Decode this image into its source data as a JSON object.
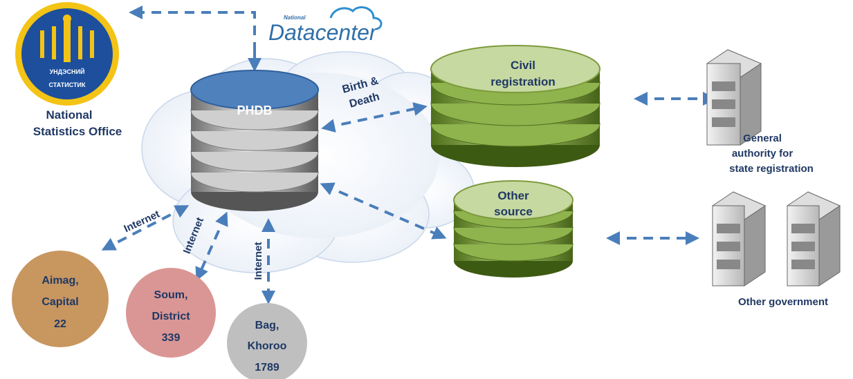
{
  "logos": {
    "nso_seal_text_top": "УНДЭСНИЙ",
    "nso_seal_text_bottom": "СТАТИСТИК",
    "datacenter_small": "National",
    "datacenter_main": "Datacenter"
  },
  "nodes": {
    "nso_label_line1": "National",
    "nso_label_line2": "Statistics Office",
    "phdb": "PHDB",
    "civil_line1": "Civil",
    "civil_line2": "registration",
    "other_source_line1": "Other",
    "other_source_line2": "source",
    "gasr_line1": "General",
    "gasr_line2": "authority for",
    "gasr_line3": "state registration",
    "other_government": "Other government",
    "aimag_line1": "Aimag,",
    "aimag_line2": "Capital",
    "aimag_count": "22",
    "soum_line1": "Soum,",
    "soum_line2": "District",
    "soum_count": "339",
    "bag_line1": "Bag,",
    "bag_line2": "Khoroo",
    "bag_count": "1789"
  },
  "edges": {
    "birth_line1": "Birth &",
    "birth_line2": "Death",
    "internet": "Internet"
  },
  "colors": {
    "arrow": "#4a7ebb",
    "label_navy": "#1f3864",
    "phdb_top": "#4f81bd",
    "green_top": "#c6d9a0",
    "aimag": "#c8965f",
    "soum": "#da9694",
    "bag": "#bfbfbf"
  }
}
